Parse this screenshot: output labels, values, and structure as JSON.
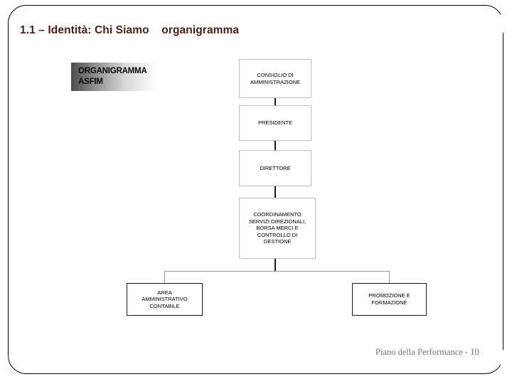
{
  "slide": {
    "title": "1.1 – Identità: Chi Siamo    organigramma",
    "banner": {
      "line1": "ORGANIGRAMMA",
      "line2": "ASFIM"
    },
    "footer": "Piano della Performance -  10",
    "colors": {
      "title": "#4a1c14",
      "footer": "#767676",
      "frame": "#000000",
      "node_border_light": "#bdbdbd",
      "node_border_dark": "#1a1a1a",
      "connector": "#1a1a1a"
    }
  },
  "chart_data": {
    "type": "diagram",
    "title": "ORGANIGRAMMA ASFIM",
    "nodes": [
      {
        "id": "cda",
        "label": "CONSIGLIO DI\nAMMINISTRAZIONE",
        "level": 0
      },
      {
        "id": "presidente",
        "label": "PRESIDENTE",
        "level": 1
      },
      {
        "id": "direttore",
        "label": "DIRETTORE",
        "level": 2
      },
      {
        "id": "coordinamento",
        "label": "COORDINAMENTO\nSERVIZI DIREZIONALI,\nBORSA MERCI E\nCONTROLLO DI\nGESTIONE",
        "level": 3
      },
      {
        "id": "area_amm",
        "label": "AREA\nAMMINISTRATIVO\nCONTABILE",
        "level": 4
      },
      {
        "id": "promozione",
        "label": "PROMOZIONE E\nFORMAZIONE",
        "level": 4
      }
    ],
    "edges": [
      {
        "from": "cda",
        "to": "presidente"
      },
      {
        "from": "presidente",
        "to": "direttore"
      },
      {
        "from": "direttore",
        "to": "coordinamento"
      },
      {
        "from": "coordinamento",
        "to": "area_amm"
      },
      {
        "from": "coordinamento",
        "to": "promozione"
      }
    ]
  }
}
